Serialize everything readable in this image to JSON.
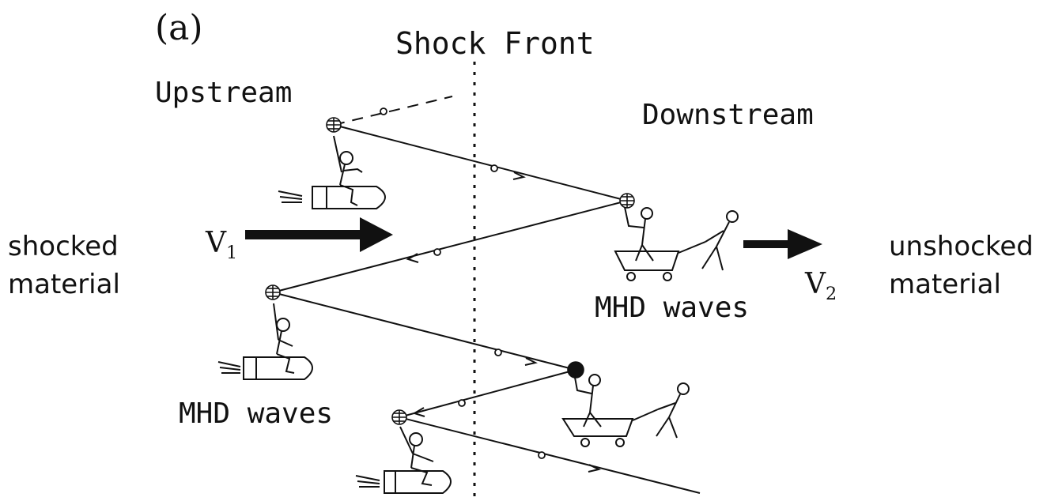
{
  "panel_label": "(a)",
  "shock_front_label": "Shock Front",
  "upstream_label": "Upstream",
  "downstream_label": "Downstream",
  "left_side": {
    "line1": "shocked",
    "line2": "material"
  },
  "right_side": {
    "line1": "unshocked",
    "line2": "material"
  },
  "v1": {
    "symbol": "V",
    "subscript": "1"
  },
  "v2": {
    "symbol": "V",
    "subscript": "2"
  },
  "mhd_label_upstream": "MHD waves",
  "mhd_label_downstream": "MHD waves",
  "colors": {
    "ink": "#111111",
    "background": "#ffffff"
  }
}
